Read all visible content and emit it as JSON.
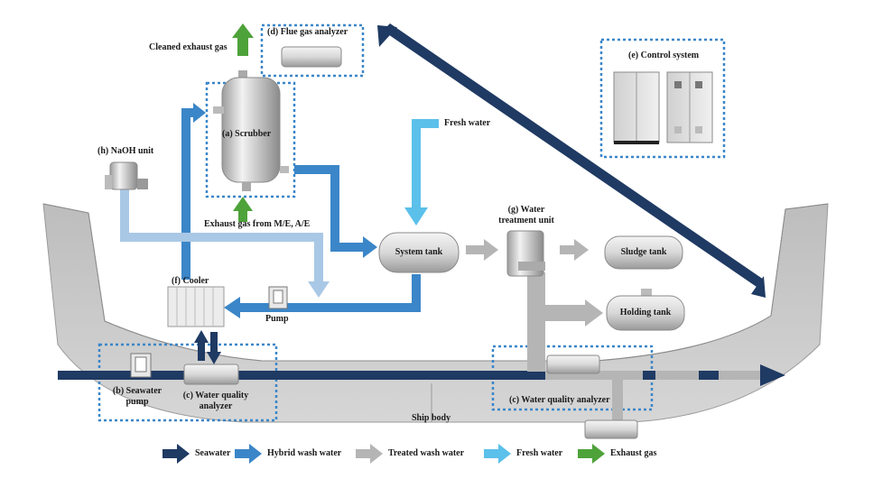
{
  "labels": {
    "cleaned_exhaust": "Cleaned exhaust gas",
    "flue_gas_analyzer": "(d) Flue gas analyzer",
    "control_system": "(e) Control system",
    "scrubber": "(a) Scrubber",
    "naoh_unit": "(h) NaOH unit",
    "fresh_water": "Fresh water",
    "exhaust_from": "Exhaust gas from M/E, A/E",
    "system_tank": "System tank",
    "water_treatment_line1": "(g) Water",
    "water_treatment_line2": "treatment unit",
    "sludge_tank": "Sludge tank",
    "holding_tank": "Holding tank",
    "cooler": "(f) Cooler",
    "pump": "Pump",
    "seawater_pump_line1": "(b) Seawater",
    "seawater_pump_line2": "pump",
    "wqa_left_line1": "(c) Water quality",
    "wqa_left_line2": "analyzer",
    "wqa_right": "(c) Water quality analyzer",
    "ship_body": "Ship body"
  },
  "legend": [
    {
      "label": "Seawater",
      "color": "#1f3a63"
    },
    {
      "label": "Hybrid wash water",
      "color": "#3b86c8"
    },
    {
      "label": "Treated wash water",
      "color": "#b5b5b5"
    },
    {
      "label": "Fresh water",
      "color": "#5bc0ea"
    },
    {
      "label": "Exhaust gas",
      "color": "#4ea23a"
    }
  ],
  "colors": {
    "seawater": "#1f3a63",
    "hybrid": "#3b86c8",
    "naoh_line": "#a9c8e6",
    "treated": "#b5b5b5",
    "fresh": "#5bc0ea",
    "exhaust": "#4ea23a",
    "hull": "#c9c9c9",
    "dotted_box": "#3b86c8"
  }
}
